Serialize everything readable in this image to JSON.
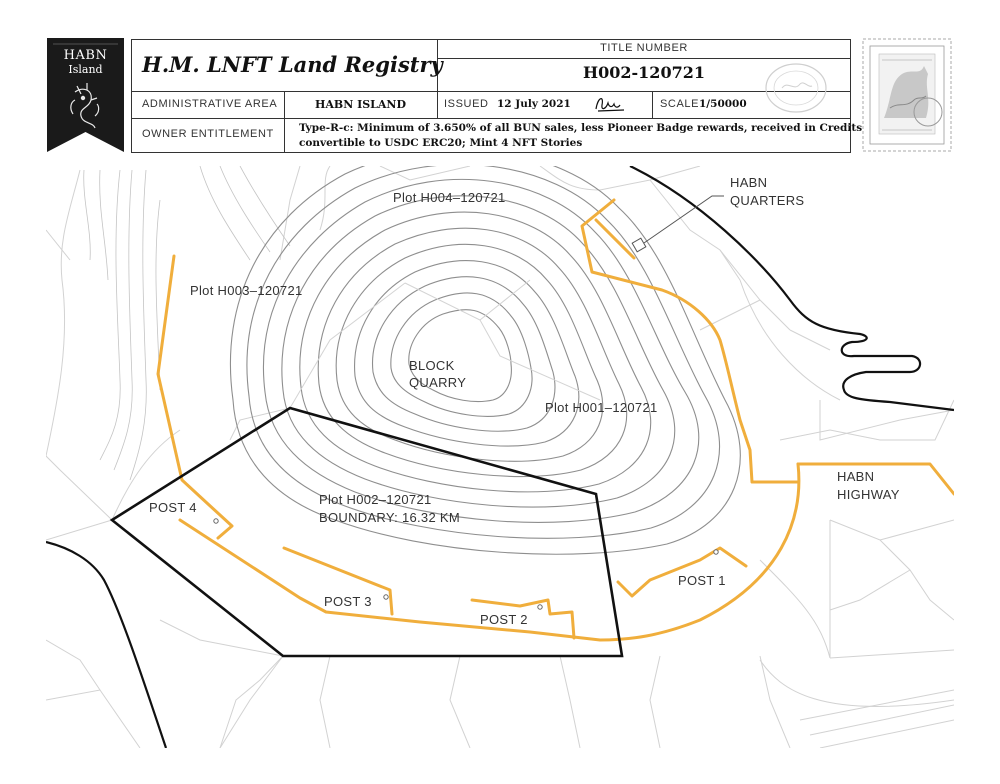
{
  "badge": {
    "line1": "HABN",
    "line2": "Island",
    "logo_icon": "dragon-emblem-icon"
  },
  "header": {
    "registry_title": "H.M. LNFT Land Registry",
    "title_number_label": "TITLE NUMBER",
    "title_number": "H002-120721",
    "administrative_area_label": "ADMINISTRATIVE AREA",
    "administrative_area": "HABN ISLAND",
    "issued_label": "ISSUED",
    "issued_date": "12 July 2021",
    "scale_label": "SCALE",
    "scale_value": "1/50000",
    "owner_entitlement_label": "OWNER ENTITLEMENT",
    "owner_entitlement_line1": "Type-R-c: Minimum of 3.650% of all BUN sales, less Pioneer Badge rewards, received in Credits and",
    "owner_entitlement_line2": "convertible to USDC ERC20; Mint 4 NFT Stories",
    "signature_icon": "signature-icon",
    "seal_icon": "registry-seal-icon"
  },
  "stamp": {
    "icon": "postage-stamp-icon"
  },
  "map": {
    "labels": {
      "plot_h004": "Plot H004–120721",
      "plot_h003": "Plot H003–120721",
      "plot_h001": "Plot H001–120721",
      "plot_h002": "Plot H002–120721",
      "boundary": "BOUNDARY: 16.32 KM",
      "block": "BLOCK",
      "quarry": "QUARRY",
      "habn_quarters_1": "HABN",
      "habn_quarters_2": "QUARTERS",
      "habn_highway_1": "HABN",
      "habn_highway_2": "HIGHWAY",
      "post1": "POST 1",
      "post2": "POST 2",
      "post3": "POST 3",
      "post4": "POST 4"
    },
    "colors": {
      "road": "#f0ae3c",
      "boundary": "#111111",
      "contour": "#8a8a8a",
      "parcel": "#cfcfcf"
    }
  }
}
